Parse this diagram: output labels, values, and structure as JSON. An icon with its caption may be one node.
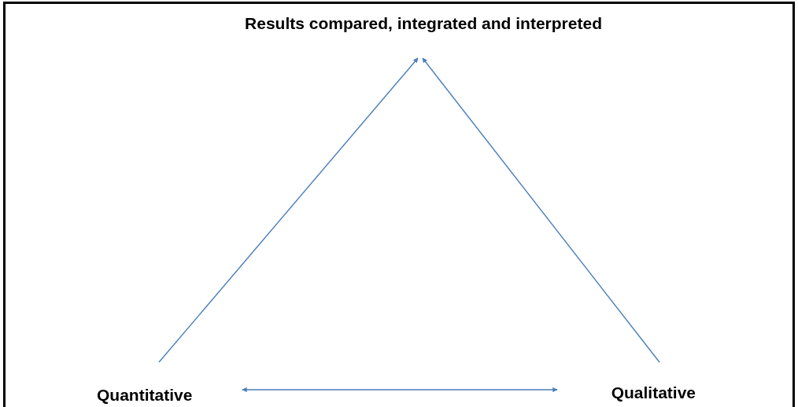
{
  "diagram": {
    "nodes": [
      {
        "text": [
          "Results compared, integrated and interpreted"
        ]
      },
      {
        "text": [
          "Quantitative"
        ]
      },
      {
        "text": [
          "Qualitative"
        ]
      }
    ],
    "edges": [
      {
        "from": 1,
        "to": 0,
        "arrow": "to"
      },
      {
        "from": 2,
        "to": 0,
        "arrow": "to"
      },
      {
        "from": 1,
        "to": 2,
        "arrow": "both"
      }
    ]
  }
}
